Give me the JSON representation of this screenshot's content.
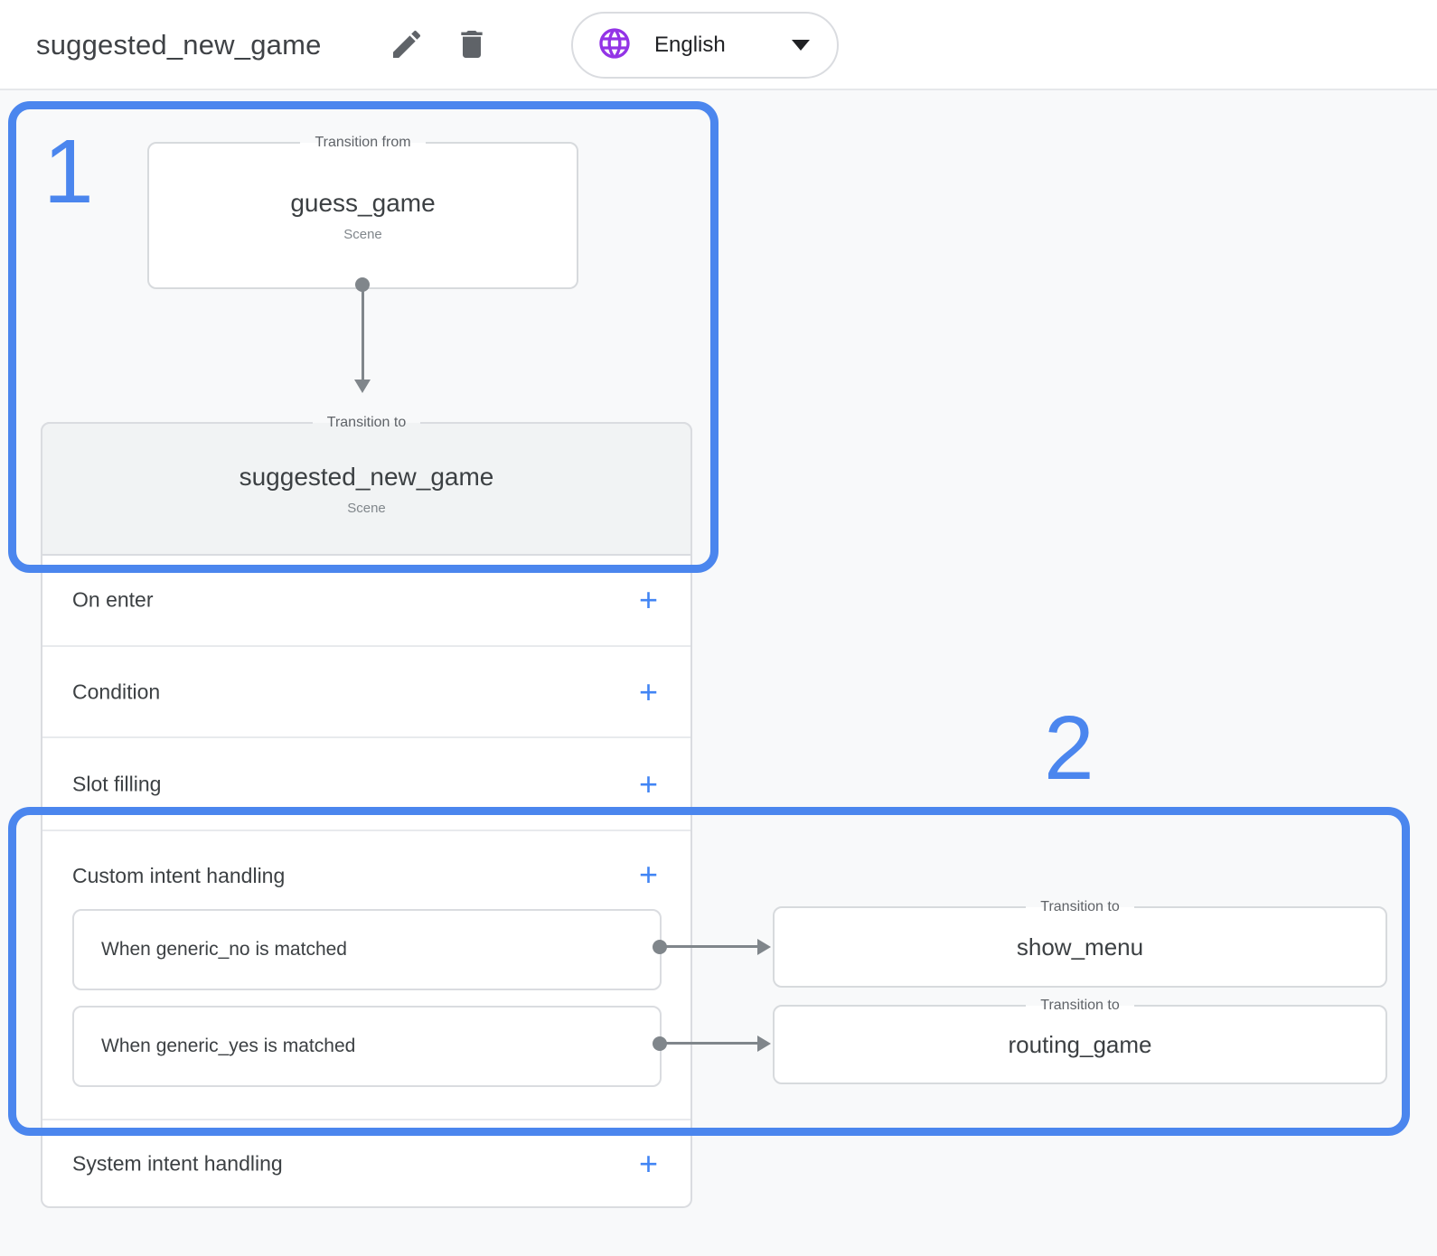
{
  "header": {
    "title": "suggested_new_game",
    "language_label": "English"
  },
  "annotations": {
    "label1": "1",
    "label2": "2"
  },
  "flow": {
    "from_scene": {
      "legend": "Transition from",
      "name": "guess_game",
      "type": "Scene"
    },
    "to_scene": {
      "legend": "Transition to",
      "name": "suggested_new_game",
      "type": "Scene"
    }
  },
  "sections": {
    "on_enter": {
      "label": "On enter",
      "add": "+"
    },
    "condition": {
      "label": "Condition",
      "add": "+"
    },
    "slot_filling": {
      "label": "Slot filling",
      "add": "+"
    },
    "custom_intent": {
      "label": "Custom intent handling",
      "add": "+"
    },
    "system_intent": {
      "label": "System intent handling",
      "add": "+"
    }
  },
  "intents": {
    "no": {
      "label": "When generic_no is matched",
      "target_legend": "Transition to",
      "target": "show_menu"
    },
    "yes": {
      "label": "When generic_yes is matched",
      "target_legend": "Transition to",
      "target": "routing_game"
    }
  },
  "colors": {
    "annotation_blue": "#4b86ee",
    "accent_blue": "#4285f4",
    "globe_purple": "#9334e6",
    "connector_gray": "#80868b"
  }
}
